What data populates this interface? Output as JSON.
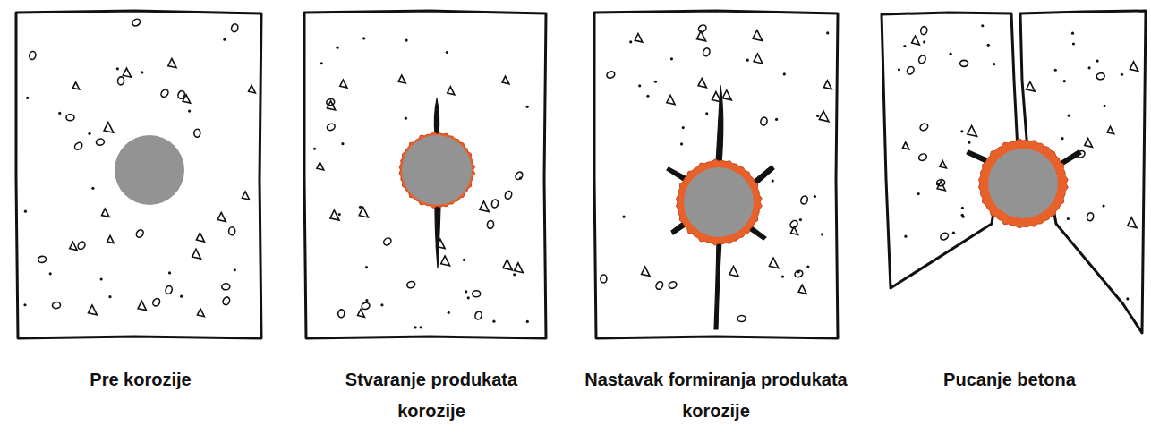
{
  "diagram": {
    "labels": [
      "Pre korozije",
      "Stvaranje produkata korozije",
      "Nastavak formiranja produkata korozije",
      "Pucanje betona"
    ]
  }
}
